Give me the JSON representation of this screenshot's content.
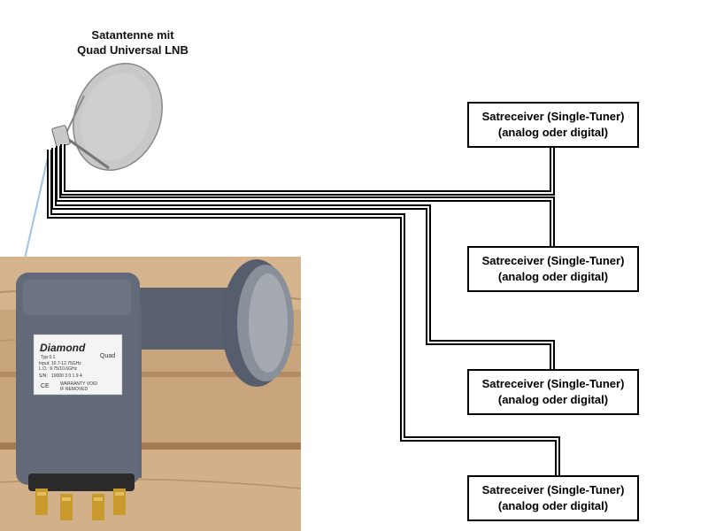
{
  "dish_title": {
    "line1": "Satantenne mit",
    "line2": "Quad Universal LNB"
  },
  "receivers": [
    {
      "line1": "Satreceiver (Single-Tuner)",
      "line2": "(analog oder digital)"
    },
    {
      "line1": "Satreceiver (Single-Tuner)",
      "line2": "(analog oder digital)"
    },
    {
      "line1": "Satreceiver (Single-Tuner)",
      "line2": "(analog oder digital)"
    },
    {
      "line1": "Satreceiver (Single-Tuner)",
      "line2": "(analog oder digital)"
    }
  ],
  "lnb_label": {
    "brand": "Diamond",
    "model": "Typ 0.1",
    "variant": "Quad",
    "input": "Input: 10.7-12.75GHz",
    "lo": "L.O.: 9.75/10.6GHz",
    "serial_prefix": "S/N:",
    "serial": "10000 3 0 1 9 4",
    "ce": "CE",
    "warranty1": "WARRANTY VOID",
    "warranty2": "IF REMOVED"
  },
  "colors": {
    "cable": "#000000",
    "pointer_line": "#9fc3e6",
    "dish_fill": "#c8c8c8",
    "lnb_body": "#5f6676",
    "wood": "#c9a57d"
  }
}
